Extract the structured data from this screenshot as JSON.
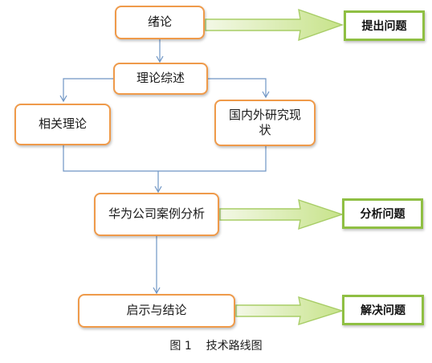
{
  "nodes": {
    "main": "绪论",
    "review": "理论综述",
    "theory": "相关理论",
    "research": "国内外研究现状",
    "case": "华为公司案例分析",
    "conclusion": "启示与结论"
  },
  "outcomes": {
    "first": "提出问题",
    "second": "分析问题",
    "third": "解决问题"
  },
  "caption": "图 1    技术路线图",
  "colors": {
    "node_border": "#ef9a4a",
    "outcome_border": "#8fbf43",
    "connector": "#6f95c4",
    "arrow_fill": "#d3ea9c"
  }
}
